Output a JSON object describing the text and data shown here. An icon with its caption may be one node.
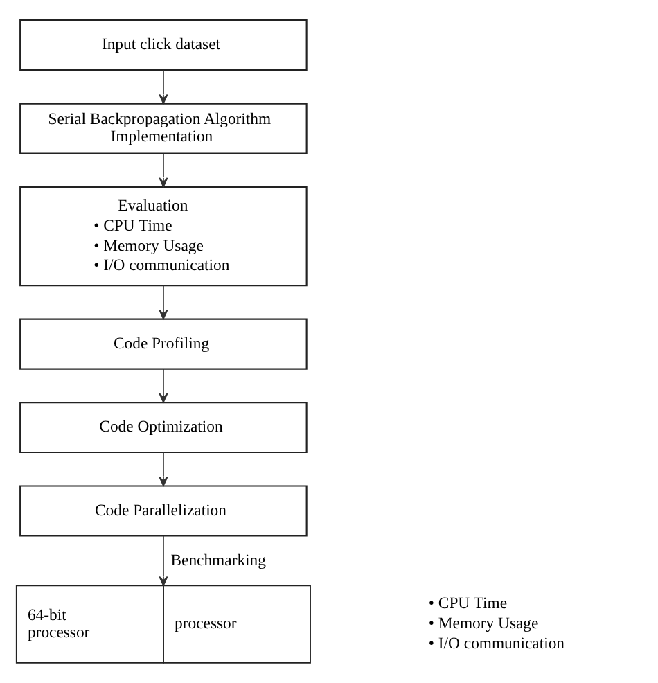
{
  "diagram": {
    "nodes": [
      {
        "text": [
          "Input click dataset"
        ]
      },
      {
        "text": [
          "Serial Backpropagation Algorithm Implementation"
        ]
      },
      {
        "text": [
          "Evaluation",
          "• CPU Time",
          "• Memory Usage",
          "• I/O communication"
        ]
      },
      {
        "text": [
          "Code Profiling"
        ]
      },
      {
        "text": [
          "Code Optimization"
        ]
      },
      {
        "text": [
          "Code Parallelization"
        ]
      },
      {
        "text": [
          "64-bit processor",
          "processor"
        ]
      }
    ],
    "edges": [
      {
        "from": 0,
        "to": 1,
        "arrow": "to"
      },
      {
        "from": 1,
        "to": 2,
        "arrow": "to"
      },
      {
        "from": 2,
        "to": 3,
        "arrow": "to"
      },
      {
        "from": 3,
        "to": 4,
        "arrow": "to"
      },
      {
        "from": 4,
        "to": 5,
        "arrow": "to"
      },
      {
        "from": 5,
        "to": 6,
        "arrow": "to",
        "label": "Benchmarking"
      }
    ],
    "labels": [
      "• CPU Time",
      "• Memory Usage",
      "• I/O communication"
    ]
  }
}
